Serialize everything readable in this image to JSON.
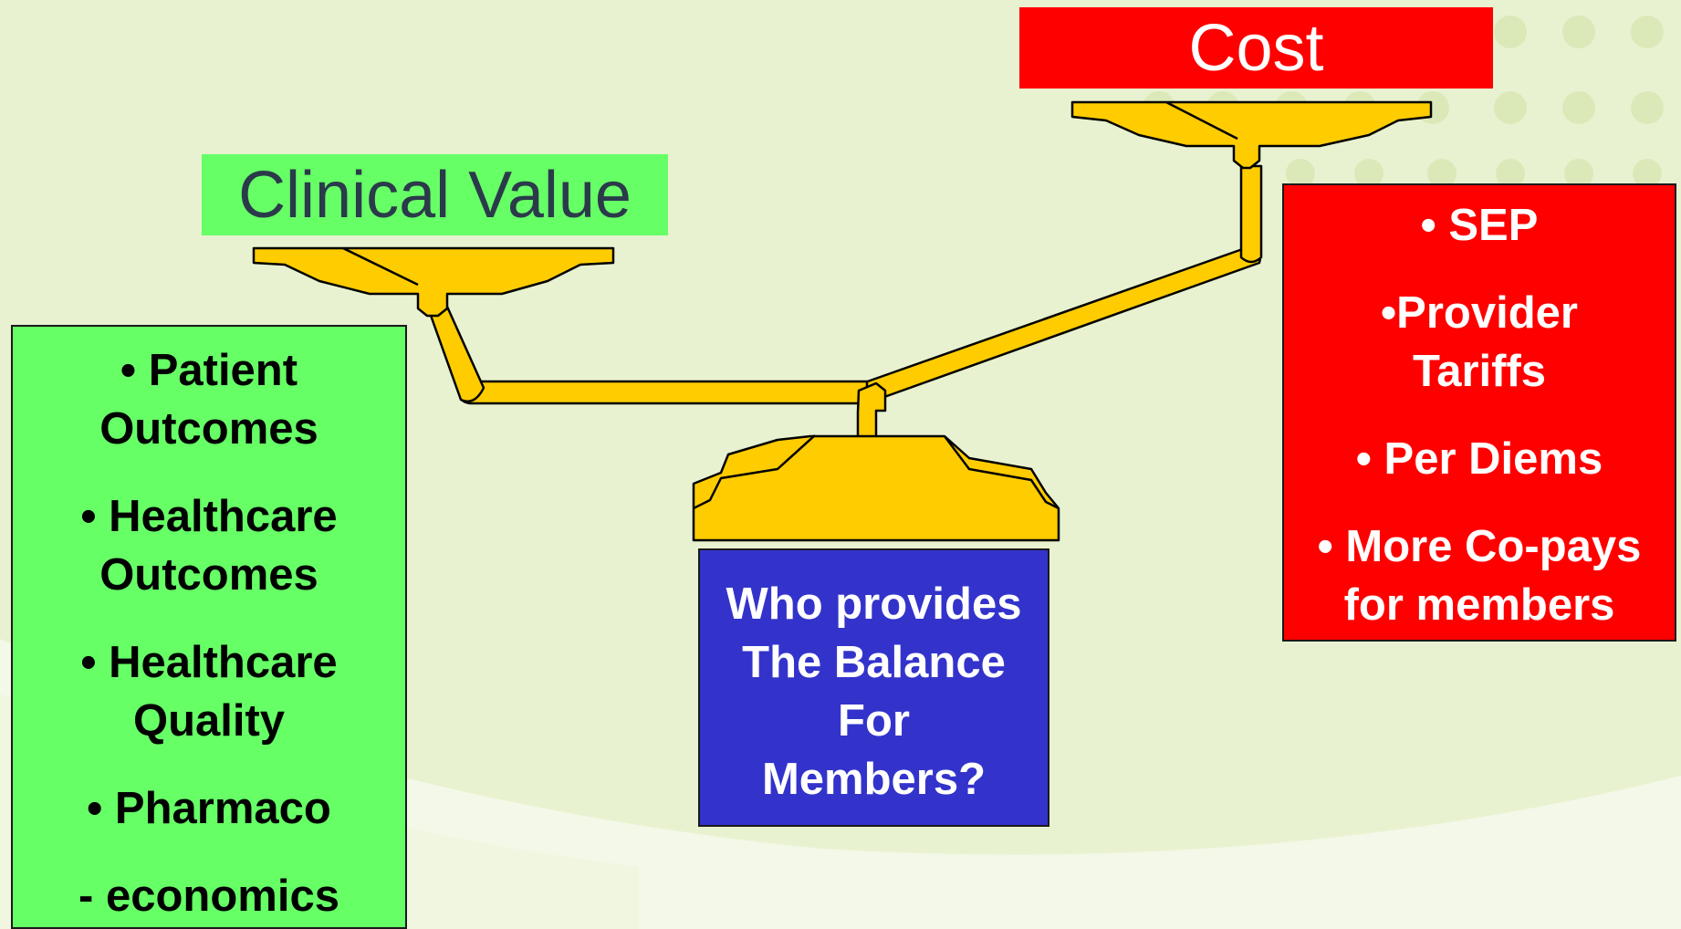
{
  "labels": {
    "cost": "Cost",
    "clinical_value": "Clinical Value"
  },
  "clinical_panel": {
    "items": [
      {
        "line1": "• Patient",
        "line2": "Outcomes"
      },
      {
        "line1": "• Healthcare",
        "line2": "Outcomes"
      },
      {
        "line1": "• Healthcare",
        "line2": "Quality"
      },
      {
        "line1": "• Pharmaco",
        "line2": ""
      },
      {
        "line1": "- economics",
        "line2": ""
      }
    ]
  },
  "center_panel": {
    "lines": [
      "Who provides",
      "The Balance",
      "For",
      "Members?"
    ]
  },
  "cost_panel": {
    "items": [
      {
        "line1": "• SEP",
        "line2": ""
      },
      {
        "line1": "•Provider",
        "line2": "Tariffs"
      },
      {
        "line1": "• Per Diems",
        "line2": ""
      },
      {
        "line1": "• More Co-pays",
        "line2": "for members"
      }
    ]
  },
  "colors": {
    "background": "#e8f2d0",
    "scale": "#ffcc00",
    "green": "#66ff66",
    "red": "#ff0000",
    "blue": "#3333cc"
  }
}
